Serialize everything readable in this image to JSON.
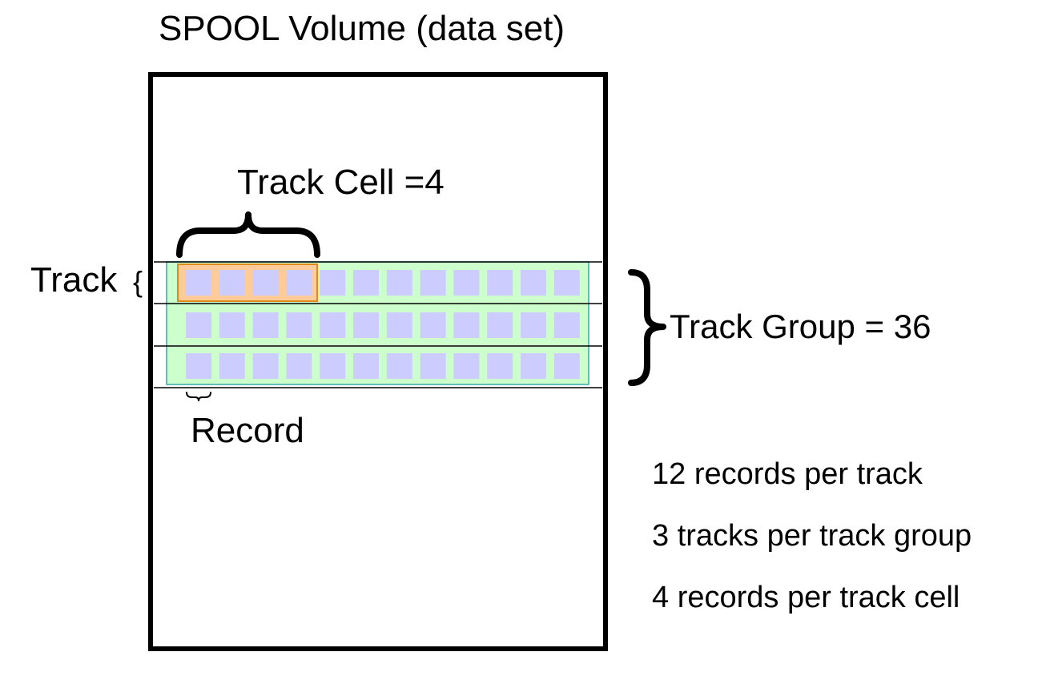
{
  "title": "SPOOL Volume (data set)",
  "labels": {
    "track_cell": "Track Cell =4",
    "track": "Track",
    "track_group": "Track Group = 36",
    "record": "Record"
  },
  "notes": [
    "12 records per track",
    "3 tracks per track group",
    "4 records per track cell"
  ],
  "structure": {
    "tracks_per_group": 3,
    "records_per_track": 12,
    "records_per_cell": 4
  },
  "colors": {
    "record_fill": "#ccccff",
    "track_group_fill": "#ccffcc",
    "track_group_border": "#33aaaa",
    "track_cell_fill": "#ffcc99",
    "track_cell_border": "#e08a1e",
    "outline": "#000000"
  }
}
